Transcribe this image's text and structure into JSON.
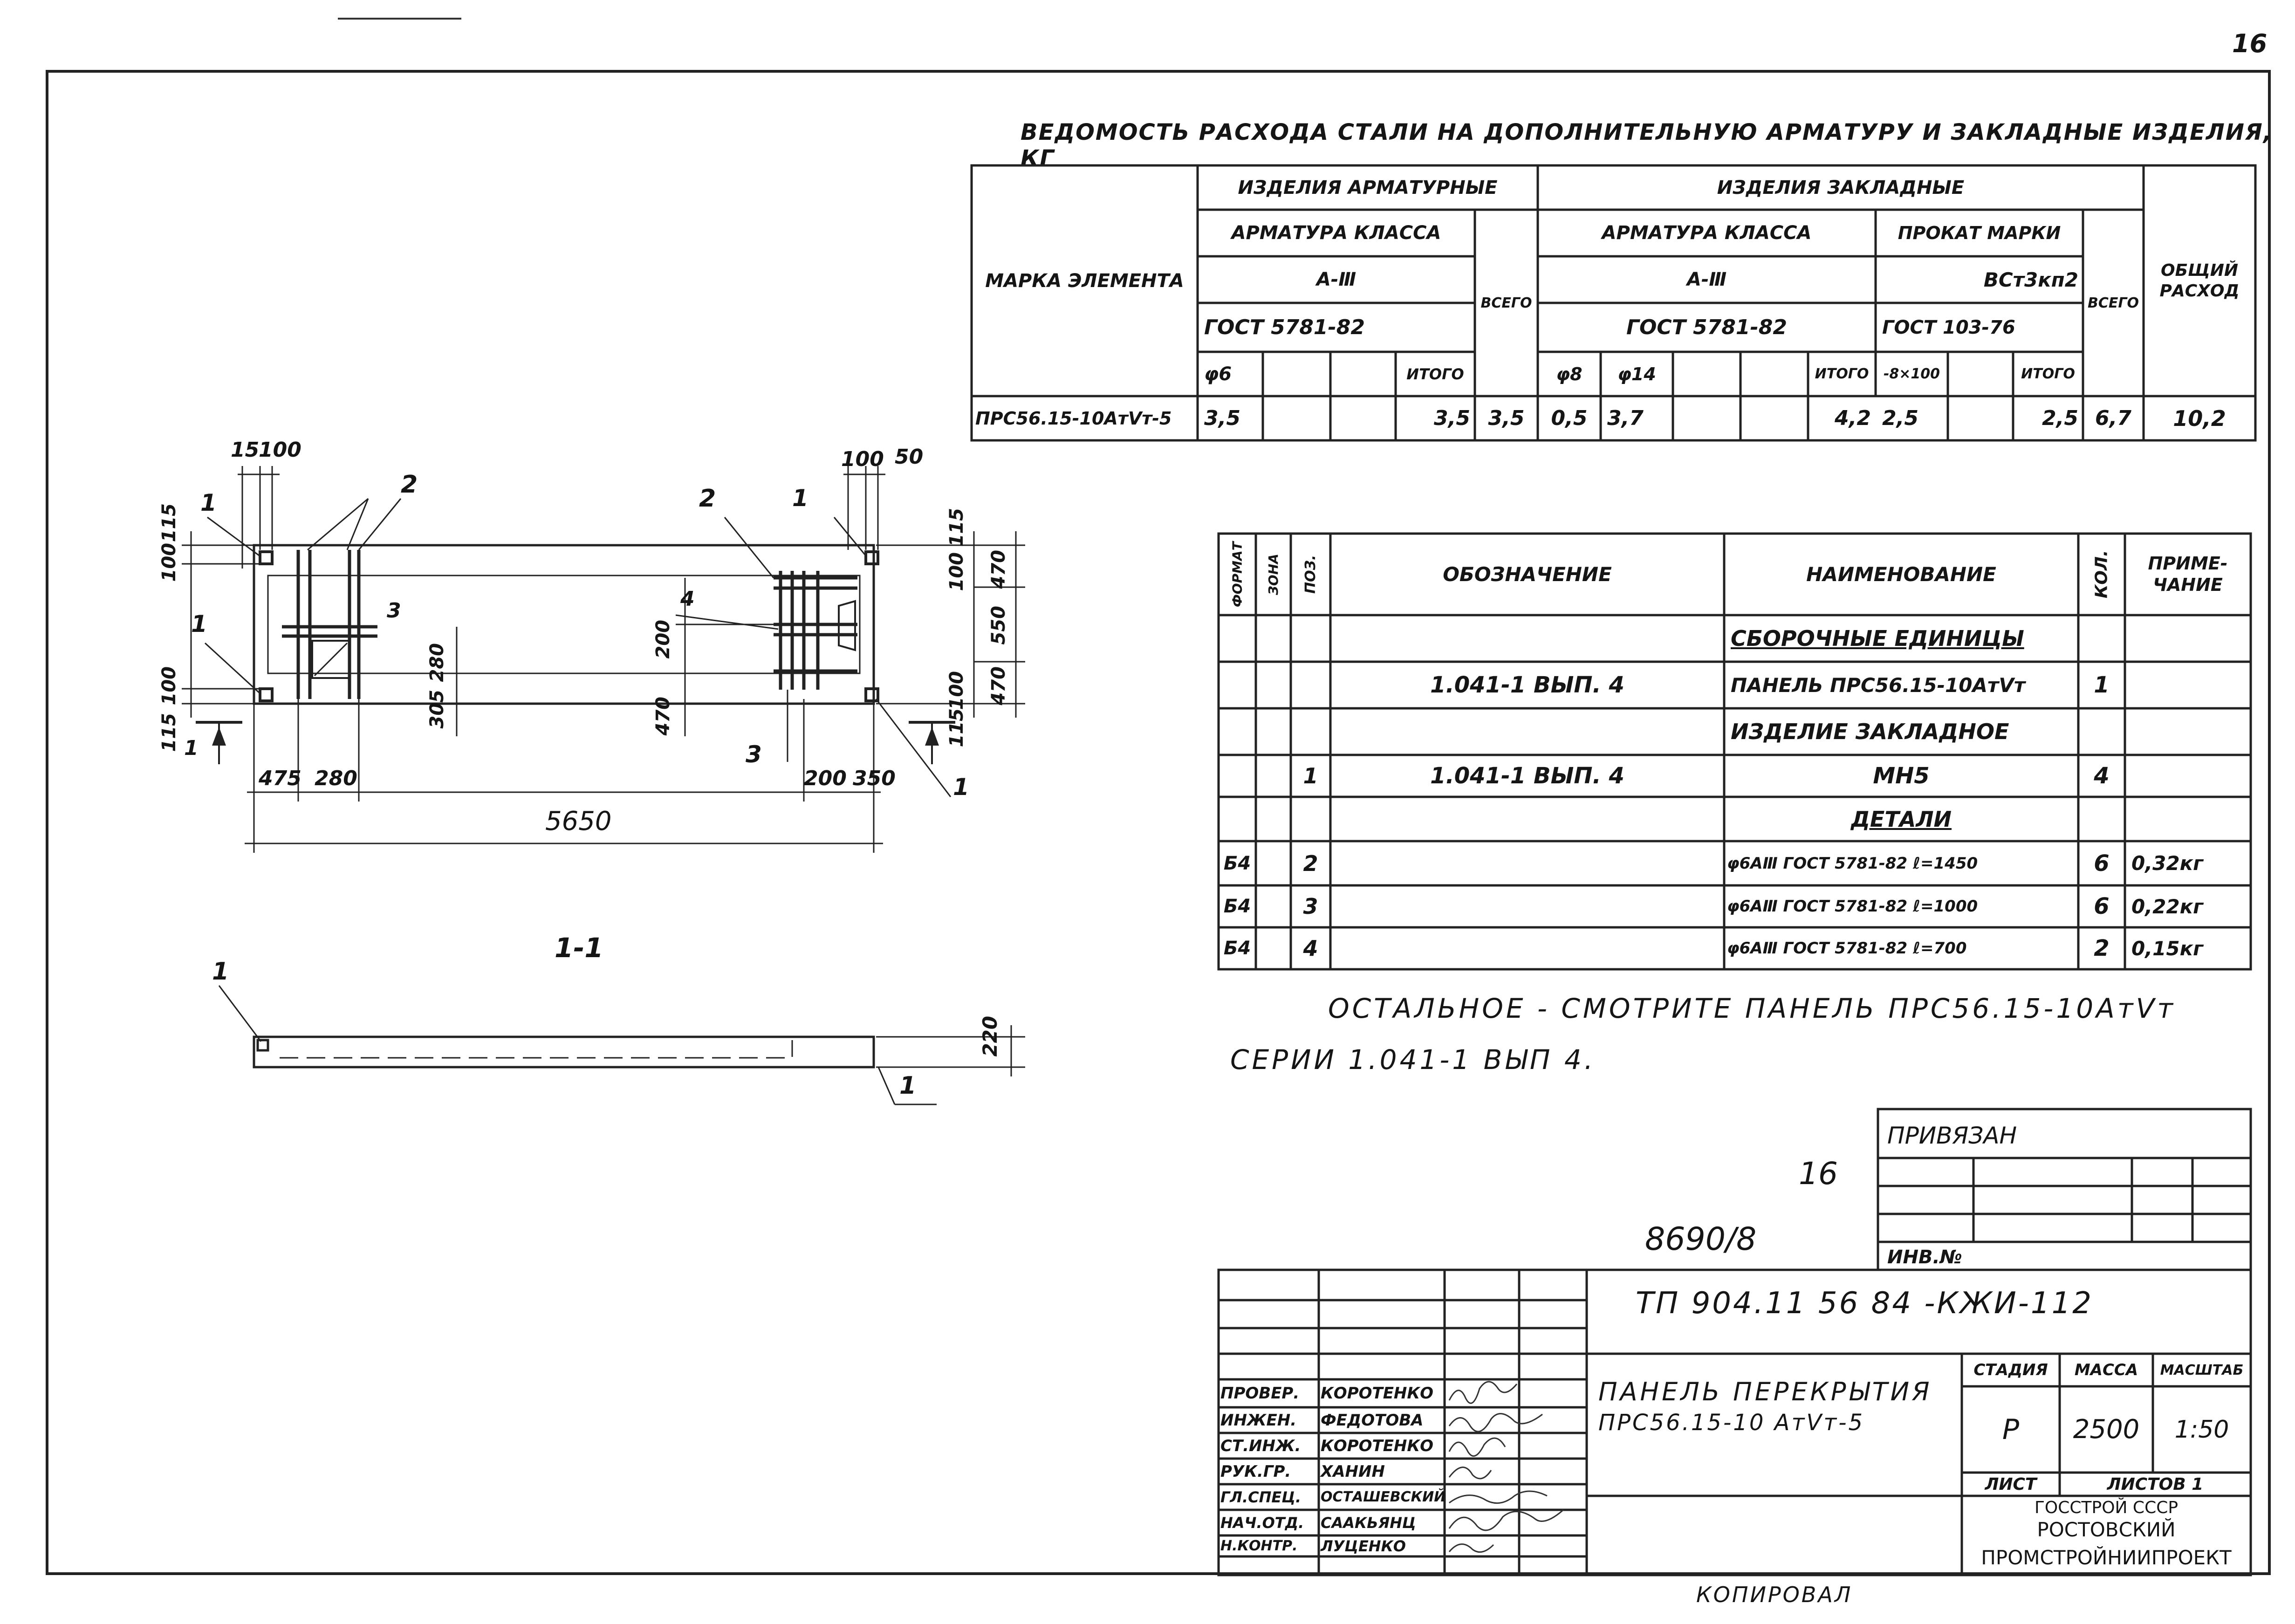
{
  "page_number": "16",
  "steel_table": {
    "title": "ВЕДОМОСТЬ РАСХОДА СТАЛИ НА ДОПОЛНИТЕЛЬНУЮ АРМАТУРУ И ЗАКЛАДНЫЕ ИЗДЕЛИЯ, КГ",
    "col_mark": "МАРКА ЭЛЕМЕНТА",
    "group_armature": "ИЗДЕЛИЯ АРМАТУРНЫЕ",
    "group_embedded": "ИЗДЕЛИЯ ЗАКЛАДНЫЕ",
    "armature_class_label": "АРМАТУРА КЛАССА",
    "armature_class_a": "А-Ⅲ",
    "gost_a": "ГОСТ 5781-82",
    "embedded_class_label": "АРМАТУРА КЛАССА",
    "embedded_class": "А-Ⅲ",
    "embedded_gost": "ГОСТ 5781-82",
    "rolled_label": "ПРОКАТ МАРКИ",
    "rolled_grade": "ВСт3кп2",
    "rolled_gost": "ГОСТ 103-76",
    "total_label": "ВСЕГО",
    "total_label2": "ВСЕГО",
    "grand_total_label": "ОБЩИЙ РАСХОД",
    "sub_d6": "φ6",
    "sub_itogo1": "ИТОГО",
    "sub_d8": "φ8",
    "sub_d14": "φ14",
    "sub_itogo2": "ИТОГО",
    "sub_strip": "-8×100",
    "sub_itogo3": "ИТОГО",
    "row": {
      "mark": "ПРС56.15-10АтVт-5",
      "d6": "3,5",
      "itogo1": "3,5",
      "total1": "3,5",
      "d8": "0,5",
      "d14": "3,7",
      "itogo2": "4,2",
      "strip": "2,5",
      "itogo3": "2,5",
      "total2": "6,7",
      "grand": "10,2"
    }
  },
  "spec_table": {
    "headers": {
      "format": "ФОРМАТ",
      "zone": "ЗОНА",
      "pos": "ПОЗ.",
      "designation": "ОБОЗНАЧЕНИЕ",
      "name": "НАИМЕНОВАНИЕ",
      "qty": "КОЛ.",
      "note": "ПРИМЕ-ЧАНИЕ"
    },
    "rows": [
      {
        "format": "",
        "pos": "",
        "designation": "",
        "name": "СБОРОЧНЫЕ ЕДИНИЦЫ",
        "qty": "",
        "note": "",
        "underline": true
      },
      {
        "format": "",
        "pos": "",
        "designation": "1.041-1 ВЫП. 4",
        "name": "ПАНЕЛЬ ПРС56.15-10АтVт",
        "qty": "1",
        "note": "",
        "underline": false
      },
      {
        "format": "",
        "pos": "",
        "designation": "",
        "name": "ИЗДЕЛИЕ ЗАКЛАДНОЕ",
        "qty": "",
        "note": "",
        "underline": false
      },
      {
        "format": "",
        "pos": "1",
        "designation": "1.041-1 ВЫП. 4",
        "name": "МН5",
        "qty": "4",
        "note": "",
        "underline": false
      },
      {
        "format": "",
        "pos": "",
        "designation": "",
        "name": "ДЕТАЛИ",
        "qty": "",
        "note": "",
        "underline": true
      },
      {
        "format": "Б4",
        "pos": "2",
        "designation": "",
        "name": "φ6АⅢ ГОСТ 5781-82 ℓ=1450",
        "qty": "6",
        "note": "0,32кг",
        "underline": false
      },
      {
        "format": "Б4",
        "pos": "3",
        "designation": "",
        "name": "φ6АⅢ ГОСТ 5781-82 ℓ=1000",
        "qty": "6",
        "note": "0,22кг",
        "underline": false
      },
      {
        "format": "Б4",
        "pos": "4",
        "designation": "",
        "name": "φ6АⅢ ГОСТ 5781-82 ℓ=700",
        "qty": "2",
        "note": "0,15кг",
        "underline": false
      }
    ]
  },
  "note": {
    "line1": "ОСТАЛЬНОЕ - СМОТРИТЕ ПАНЕЛЬ ПРС56.15-10АтVт",
    "line2": "СЕРИИ 1.041-1 ВЫП 4."
  },
  "drawing": {
    "dims_top": [
      "15",
      "100",
      "100",
      "50"
    ],
    "dims_left": [
      "115",
      "100",
      "100",
      "115"
    ],
    "dims_right": [
      "115",
      "100",
      "470",
      "550",
      "470",
      "115",
      "100"
    ],
    "dims_inner": [
      "280",
      "305",
      "200",
      "470"
    ],
    "dims_bottom": [
      "475",
      "280",
      "200",
      "350"
    ],
    "overall_length": "5650",
    "callouts": [
      "1",
      "2",
      "1",
      "2",
      "1",
      "3",
      "4",
      "3",
      "1"
    ],
    "section_mark": "1",
    "section_title": "1-1",
    "section_height": "220",
    "section_callouts": [
      "1",
      "1"
    ]
  },
  "stamps": {
    "number_16": "16",
    "archive_number": "8690/8",
    "bound_label": "ПРИВЯЗАН",
    "inv_label": "ИНВ.№"
  },
  "title_block": {
    "code": "ТП 904.11 56 84 -КЖИ-112",
    "project_name_1": "ПАНЕЛЬ ПЕРЕКРЫТИЯ",
    "project_name_2": "ПРС56.15-10 АтVт-5",
    "stage_label": "СТАДИЯ",
    "mass_label": "МАССА",
    "scale_label": "МАСШТАБ",
    "stage": "Р",
    "mass": "2500",
    "scale": "1:50",
    "sheet_label": "ЛИСТ",
    "sheets_label": "ЛИСТОВ 1",
    "org_1": "ГОССТРОЙ СССР",
    "org_2": "РОСТОВСКИЙ",
    "org_3": "ПРОМСТРОЙНИИПРОЕКТ",
    "people": [
      {
        "role": "ПРОВЕР.",
        "name": "КОРОТЕНКО"
      },
      {
        "role": "ИНЖЕН.",
        "name": "ФЕДОТОВА"
      },
      {
        "role": "СТ.ИНЖ.",
        "name": "КОРОТЕНКО"
      },
      {
        "role": "РУК.ГР.",
        "name": "ХАНИН"
      },
      {
        "role": "ГЛ.СПЕЦ.",
        "name": "ОСТАШЕВСКИЙ"
      },
      {
        "role": "НАЧ.ОТД.",
        "name": "СААКЬЯНЦ"
      },
      {
        "role": "Н.КОНТР.",
        "name": "ЛУЦЕНКО"
      }
    ]
  },
  "footer": "КОПИРОВАЛ"
}
